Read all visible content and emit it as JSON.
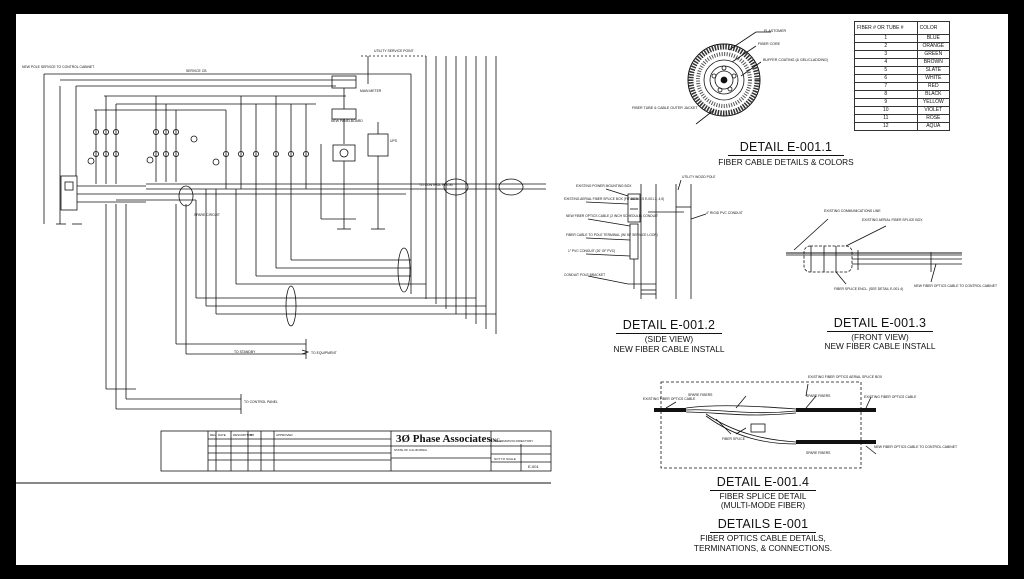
{
  "drawing": {
    "border_color": "#000000",
    "line_color": "#111111"
  },
  "fiber_table": {
    "header": [
      "FIBER # OR TUBE #",
      "COLOR"
    ],
    "rows": [
      [
        "1",
        "BLUE"
      ],
      [
        "2",
        "ORANGE"
      ],
      [
        "3",
        "GREEN"
      ],
      [
        "4",
        "BROWN"
      ],
      [
        "5",
        "SLATE"
      ],
      [
        "6",
        "WHITE"
      ],
      [
        "7",
        "RED"
      ],
      [
        "8",
        "BLACK"
      ],
      [
        "9",
        "YELLOW"
      ],
      [
        "10",
        "VIOLET"
      ],
      [
        "11",
        "ROSE"
      ],
      [
        "12",
        "AQUA"
      ]
    ]
  },
  "details": {
    "d1": {
      "title": "DETAIL E-001.1",
      "subtitle": "FIBER CABLE DETAILS & COLORS"
    },
    "d2": {
      "title": "DETAIL E-001.2",
      "line1": "(SIDE VIEW)",
      "line2": "NEW FIBER CABLE INSTALL"
    },
    "d3": {
      "title": "DETAIL E-001.3",
      "line1": "(FRONT VIEW)",
      "line2": "NEW FIBER CABLE INSTALL"
    },
    "d4": {
      "title": "DETAIL E-001.4",
      "line1": "FIBER SPLICE DETAIL",
      "line2": "(MULTI-MODE FIBER)"
    },
    "main": {
      "title": "DETAILS E-001",
      "line1": "FIBER OPTICS CABLE DETAILS,",
      "line2": "TERMINATIONS, & CONNECTIONS."
    }
  },
  "callouts": {
    "d1_jacket": "ELASTOMER",
    "d1_core": "FIBER CORE",
    "d1_tube": "FIBER TUBE & CABLE OUTER JACKET",
    "d1_buffer": "BUFFER COATING (& GEL/CLADDING)",
    "d2_existing": "EXISTING POWER MOUNTING BOX",
    "d2_pole": "UTILITY WOOD POLE",
    "d2_pullbox": "EXISTING AERIAL FIBER SPLICE BOX (FIT DETAILS E-001.3, 4,5)",
    "d2_conduit": "NEW FIBER OPTICS CABLE (2 INCH SCHEDULE) CONDUIT",
    "d2_pvc": "4\" RIGID PVC CONDUIT",
    "d2_cable": "FIBER CABLE TO POLE TERMINAL (W/ 50' SERVICE LOOP)",
    "d2_pvc2": "1\" PVC CONDUIT (20' OF PVC)",
    "d2_bracket": "CONDUIT POLE BRACKET",
    "d3_existing": "EXISTING COMMUNICATIONS LINE",
    "d3_strand": "EXISTING AERIAL FIBER SPLICE BOX",
    "d3_splice": "FIBER SPLICE ENCL. (SEE DETAIL E-001.4)",
    "d3_new": "NEW FIBER OPTICS CABLE TO CONTROL CABINET",
    "d4_existing_left": "EXISTING FIBER OPTICS CABLE",
    "d4_spare_left": "SPARE FIBERS",
    "d4_enclosure": "EXISTING FIBER OPTICS AERIAL SPLICE BOX",
    "d4_spare_right": "SPARE FIBERS",
    "d4_existing_right": "EXISTING FIBER OPTICS CABLE",
    "d4_splice": "FIBER SPLICE",
    "d4_spare_bottom": "SPARE FIBERS",
    "d4_new": "NEW FIBER OPTICS CABLE TO CONTROL CABINET",
    "sld_service": "NEW POLE SERVICE TO CONTROL CABINET",
    "sld_top": "SERVICE CB",
    "sld_utility": "UTILITY SERVICE POINT",
    "sld_meter": "MAIN METER",
    "sld_main": "NEW PANELBOARD",
    "sld_ups": "UPS",
    "sld_bus": "TO CONTROL ROOM",
    "sld_spare": "SPARE CIRCUIT",
    "sld_to1": "TO EQUIPMENT",
    "sld_to2": "TO CONTROL PANEL",
    "sld_to3": "TO STANDBY"
  },
  "title_block": {
    "company": "3Ø Phase Associates",
    "company_suffix": "INC.",
    "client": "STATE OF CALIFORNIA",
    "sheet_title": "INFORMATION DIRECTORY",
    "sheet_no": "E-001",
    "scale_label": "NOT TO SCALE",
    "revision_headers": [
      "REV",
      "DATE",
      "DESCRIPTION",
      "BY",
      "APPROVED"
    ]
  }
}
